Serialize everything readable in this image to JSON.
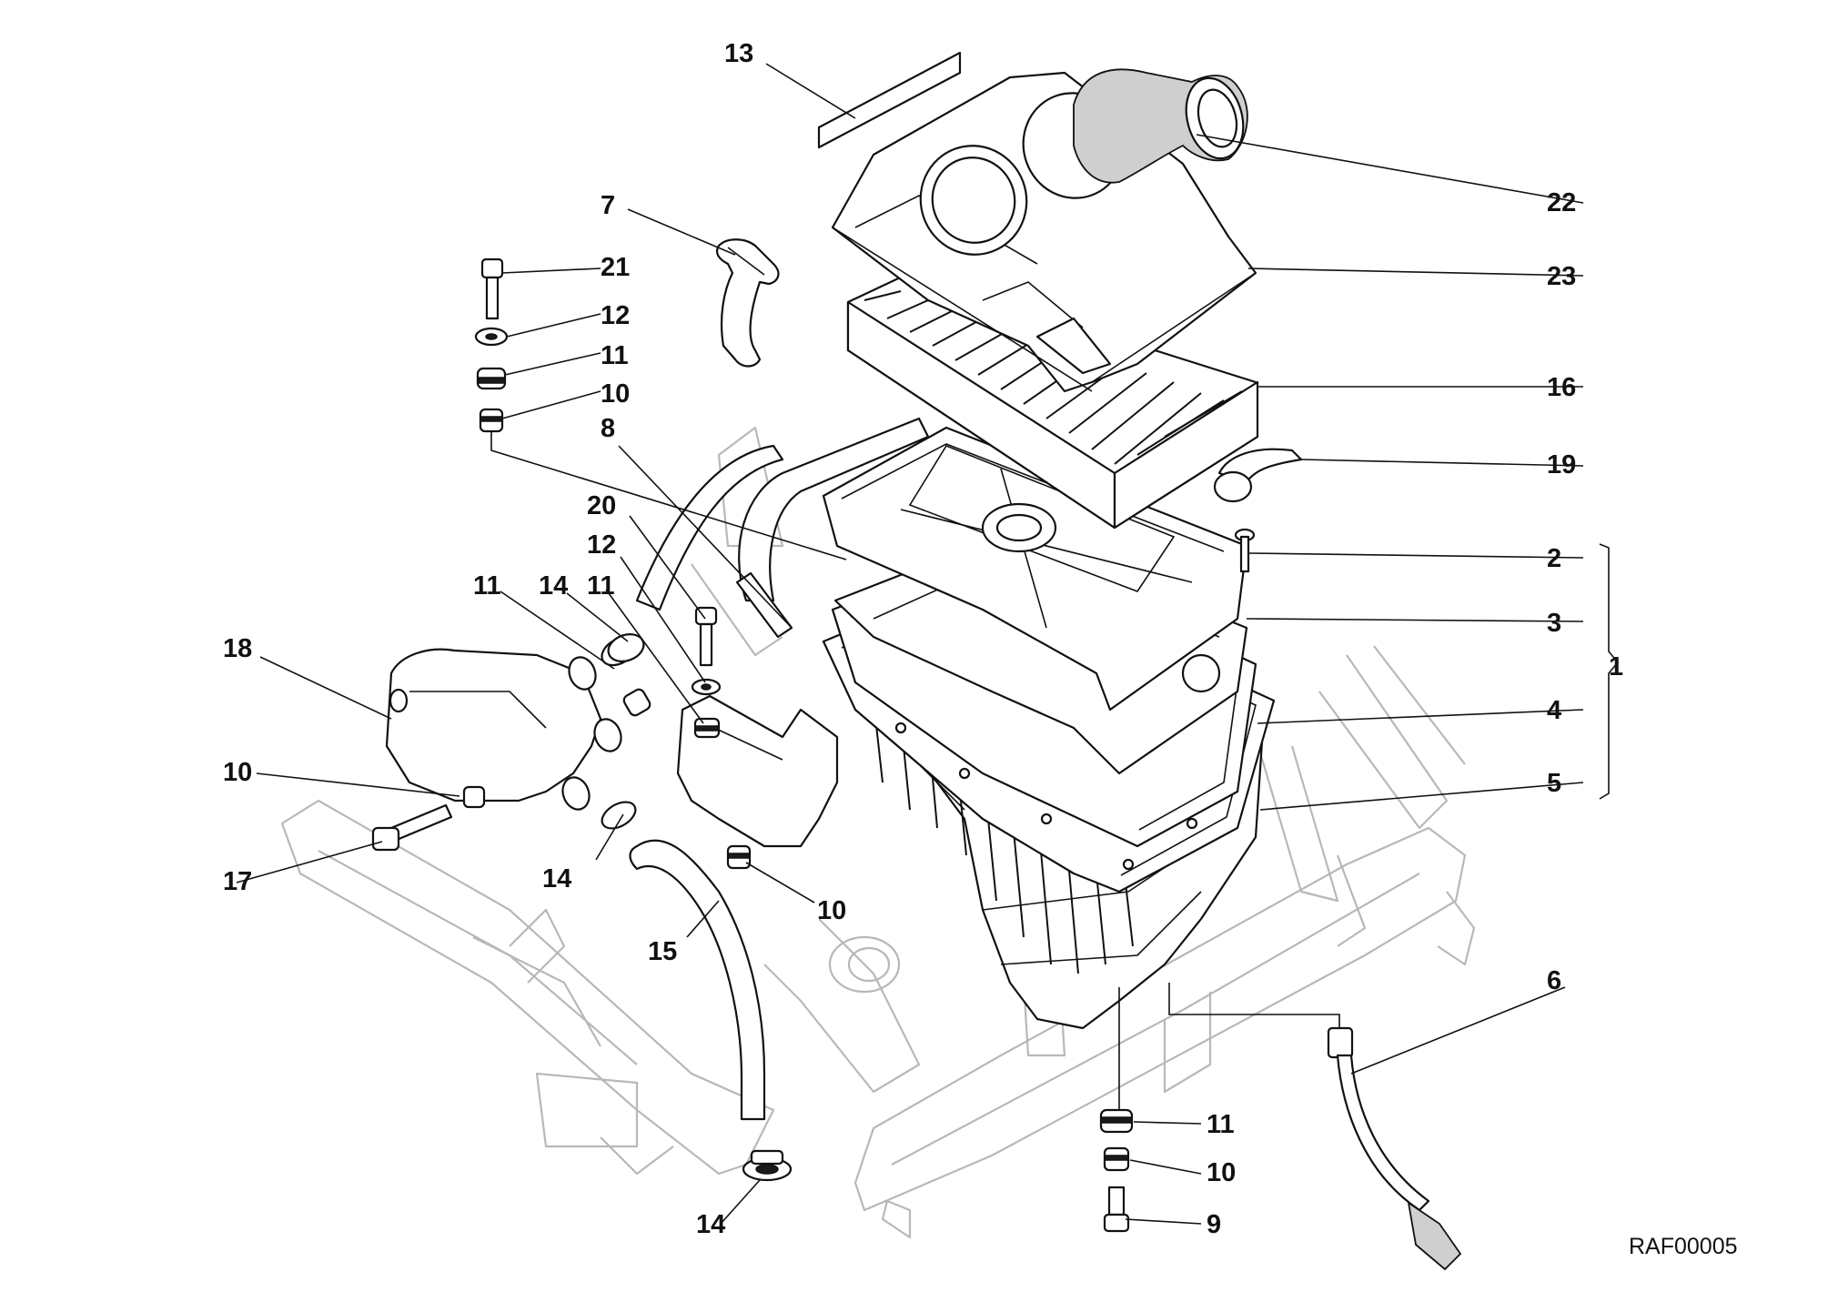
{
  "diagram": {
    "reference_code": "RAF00005",
    "callouts": {
      "c1": "1",
      "c2": "2",
      "c3": "3",
      "c4": "4",
      "c5": "5",
      "c6": "6",
      "c7": "7",
      "c8": "8",
      "c9": "9",
      "c10a": "10",
      "c10b": "10",
      "c10c": "10",
      "c10d": "10",
      "c11a": "11",
      "c11b": "11",
      "c11c": "11",
      "c11d": "11",
      "c12a": "12",
      "c12b": "12",
      "c13": "13",
      "c14a": "14",
      "c14b": "14",
      "c14c": "14",
      "c15": "15",
      "c16": "16",
      "c17": "17",
      "c18": "18",
      "c19": "19",
      "c20": "20",
      "c21": "21",
      "c22": "22",
      "c23": "23"
    }
  }
}
